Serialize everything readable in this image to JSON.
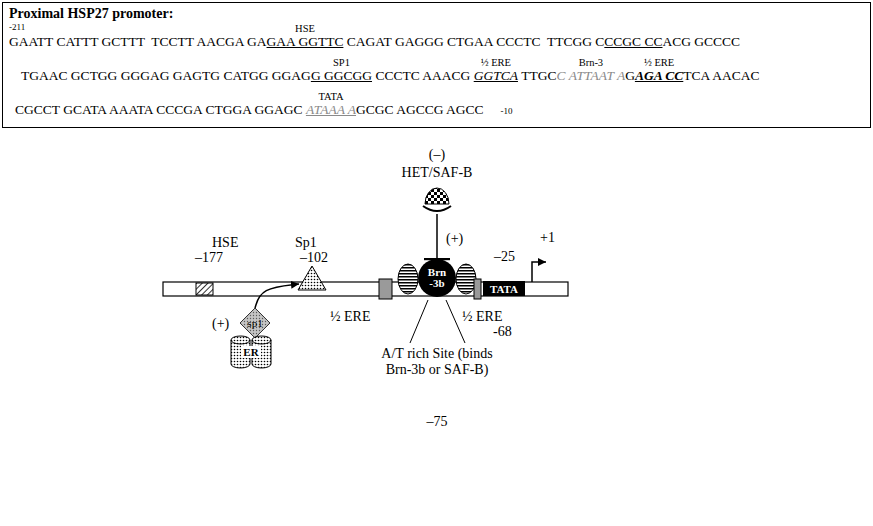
{
  "diagram": {
    "nodes": [
      {
        "text": [
          "Proximal HSP27 promoter:"
        ]
      },
      {
        "text": [
          "HET/SAF-B"
        ]
      },
      {
        "text": [
          "HSE",
          "–177"
        ]
      },
      {
        "text": [
          "Sp1",
          "–102"
        ]
      },
      {
        "text": [
          "Brn -3b"
        ]
      },
      {
        "text": [
          "TATA"
        ]
      },
      {
        "text": [
          "sp1"
        ]
      },
      {
        "text": [
          "ER"
        ]
      }
    ],
    "edges": [
      {
        "from": 1,
        "to": 4,
        "arrow": "to"
      },
      {
        "from": 6,
        "to": 3,
        "arrow": "to"
      }
    ],
    "labels": [
      "-211",
      "HSE",
      "GAATT CATTT GCTTT  TCCTT AACGA GA",
      "GAA GGTTC",
      "CAGAT GAGGG CTGAA CCCTC  TTCGG C",
      "CCGC CC",
      "ACG GCCCC",
      "SP1",
      "½ ERE",
      "Brn-3",
      "½ ERE",
      "TGAAC GCTGG GGGAG GAGTG CATGG GGAG",
      "G GGCGG",
      "CCCTC AAACG",
      "GGTCA",
      "TTGC",
      "C ATTAAT A",
      "G",
      "AGA CC",
      "TCA AACAC",
      "TATA",
      "CGCCT GCATA AAATA CCCGA CTGGA GGAGC",
      "ATAAA A",
      "GCGC AGCCG AGCC",
      "-10",
      "(–)",
      "(+)",
      "(+)",
      "½ ERE",
      "½ ERE",
      "-68",
      "A/T rich Site (binds Brn-3b or SAF-B)",
      "–75",
      "–25",
      "+1"
    ]
  }
}
